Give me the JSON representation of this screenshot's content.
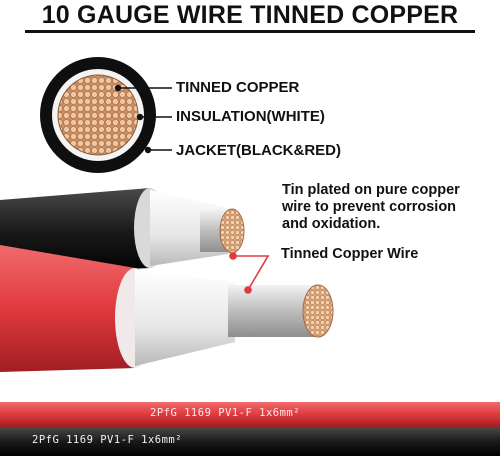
{
  "title": "10 GAUGE WIRE TINNED COPPER",
  "labels": {
    "tinned_copper": "TINNED COPPER",
    "insulation": "INSULATION(WHITE)",
    "jacket": "JACKET(BLACK&RED)",
    "tinned_copper_wire": "Tinned Copper Wire"
  },
  "description": [
    "Tin plated on pure copper",
    "wire to prevent corrosion",
    "and oxidation."
  ],
  "cable_print": {
    "red": "2PfG 1169 PV1-F 1x6mm²",
    "black": "2PfG 1169 PV1-F 1x6mm²"
  },
  "colors": {
    "red_jacket": "#e03a3e",
    "black_jacket": "#151515",
    "copper": "#d8a77a",
    "tinned": "#c9c9c9"
  }
}
